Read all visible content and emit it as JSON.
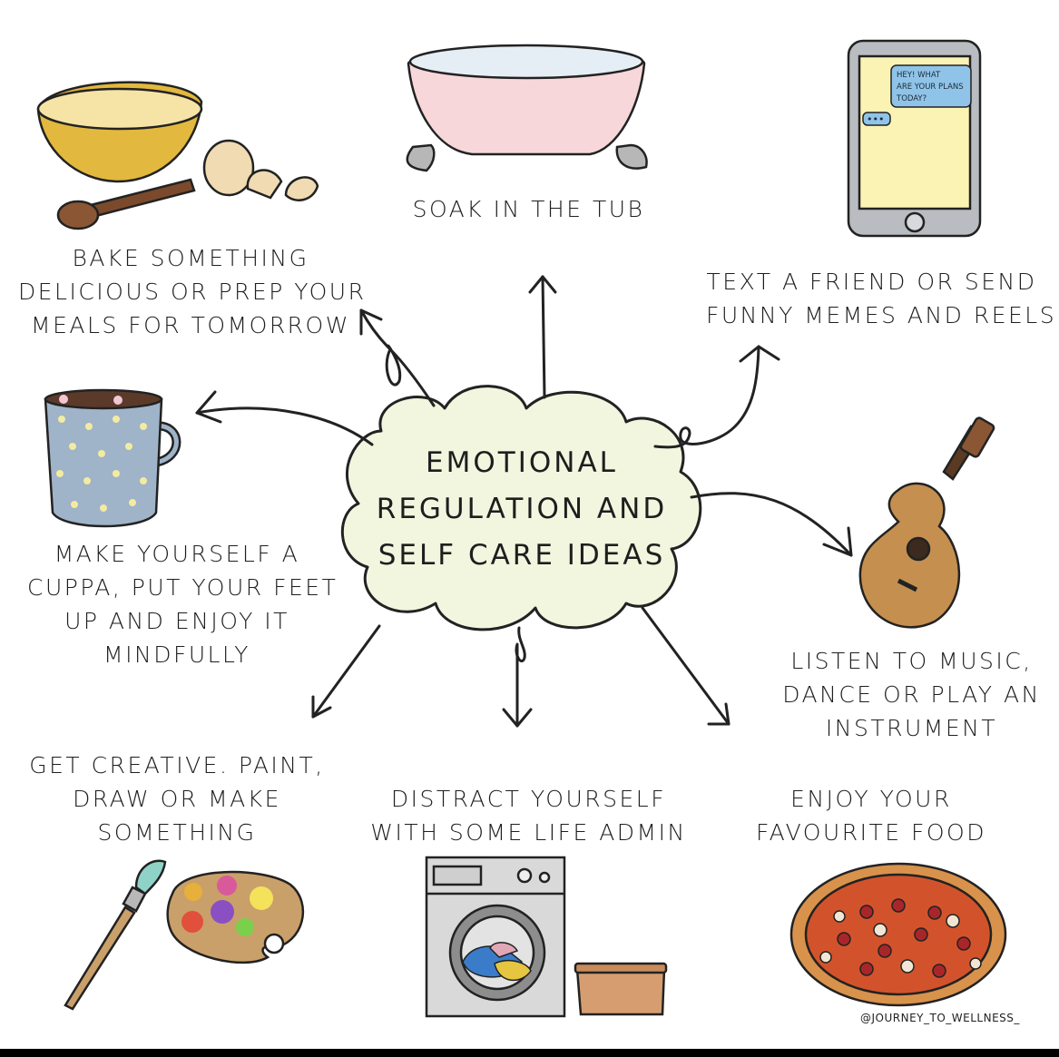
{
  "title_lines": [
    "EMOTIONAL",
    "REGULATION AND",
    "SELF CARE IDEAS"
  ],
  "ideas": {
    "bake": [
      "BAKE SOMETHING",
      "DELICIOUS OR PREP YOUR",
      "MEALS FOR TOMORROW"
    ],
    "tub": [
      "SOAK IN THE TUB"
    ],
    "text": [
      "TEXT A FRIEND OR SEND",
      "FUNNY MEMES AND REELS"
    ],
    "cuppa": [
      "MAKE YOURSELF A",
      "CUPPA, PUT YOUR FEET",
      "UP AND ENJOY IT",
      "MINDFULLY"
    ],
    "music": [
      "LISTEN TO MUSIC,",
      "DANCE OR PLAY AN",
      "INSTRUMENT"
    ],
    "creative": [
      "GET CREATIVE. PAINT,",
      "DRAW OR MAKE",
      "SOMETHING"
    ],
    "admin": [
      "DISTRACT YOURSELF",
      "WITH SOME LIFE ADMIN"
    ],
    "food": [
      "ENJOY YOUR",
      "FAVOURITE FOOD"
    ]
  },
  "phone_message": [
    "HEY! WHAT",
    "ARE YOUR PLANS",
    "TODAY?"
  ],
  "phone_typing": "•••",
  "credit": "@JOURNEY_TO_WELLNESS_",
  "colors": {
    "cloud": "#f2f6df",
    "bowl": "#e2b83e",
    "tub": "#f7d7da",
    "phone_screen": "#fbf3b4",
    "bubble": "#8fc4e8",
    "mug": "#9fb3c9",
    "guitar": "#c58f4f",
    "pizza": "#d2532b",
    "wood": "#7b4a2c"
  }
}
